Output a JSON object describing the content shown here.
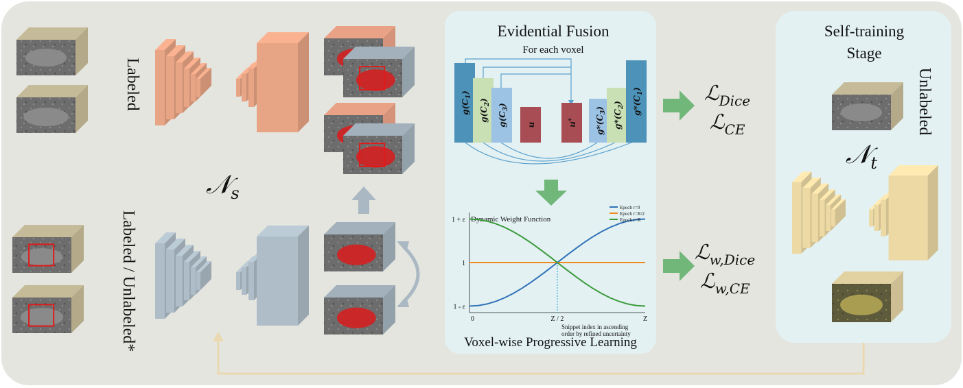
{
  "left": {
    "labeled": "Labeled",
    "labeled_unlabeled": "Labeled / Unlabeled*",
    "student_net": "𝒩",
    "student_sub": "s"
  },
  "fusion": {
    "title": "Evidential Fusion",
    "subtitle": "For each voxel",
    "blocks": [
      {
        "label": "g(C",
        "sub": "1",
        "tail": ")",
        "color": "#4d92b8"
      },
      {
        "label": "g(C",
        "sub": "2",
        "tail": ")",
        "color": "#c9e0b4"
      },
      {
        "label": "g(C",
        "sub": "3",
        "tail": ")",
        "color": "#9cc3e4"
      },
      {
        "label": "u",
        "sub": "",
        "tail": "",
        "color": "#a84d54"
      },
      {
        "label": "u",
        "sub": "*",
        "tail": "",
        "color": "#a84d54"
      },
      {
        "label": "g*(C",
        "sub": "3",
        "tail": ")",
        "color": "#9cc3e4"
      },
      {
        "label": "g*(C",
        "sub": "2",
        "tail": ")",
        "color": "#c9e0b4"
      },
      {
        "label": "g*(C",
        "sub": "1",
        "tail": ")",
        "color": "#4d92b8"
      }
    ],
    "bottom_title": "Voxel-wise Progressive Learning"
  },
  "losses": {
    "top": [
      {
        "main": "ℒ",
        "sub": "Dice"
      },
      {
        "main": "ℒ",
        "sub": "CE"
      }
    ],
    "bottom": [
      {
        "main": "ℒ",
        "sub": "w,Dice"
      },
      {
        "main": "ℒ",
        "sub": "w,CE"
      }
    ]
  },
  "right": {
    "title_line1": "Self-training",
    "title_line2": "Stage",
    "unlabeled": "Unlabeled",
    "teacher_net": "𝒩",
    "teacher_sub": "t"
  },
  "chart_data": {
    "type": "line",
    "title": "Dynamic Weight Function",
    "xlabel": "Snippet index in ascending order by refined uncertainty",
    "xlabel_lines": [
      "Snippet index in ascending",
      "order by refined uncertainty"
    ],
    "ylabel": "",
    "xticks": [
      "0",
      "Z / 2",
      "Z"
    ],
    "yticks": [
      "1 + ε",
      "1",
      "1 - ε"
    ],
    "xlim": [
      0,
      1
    ],
    "ylim": [
      -1.15,
      1.15
    ],
    "x": [
      0,
      0.05,
      0.1,
      0.15,
      0.2,
      0.25,
      0.3,
      0.35,
      0.4,
      0.45,
      0.5,
      0.55,
      0.6,
      0.65,
      0.7,
      0.75,
      0.8,
      0.85,
      0.9,
      0.95,
      1
    ],
    "series": [
      {
        "name": "Epoch r=0",
        "color": "#2f72b8",
        "values": [
          -1,
          -0.988,
          -0.951,
          -0.891,
          -0.809,
          -0.707,
          -0.588,
          -0.454,
          -0.309,
          -0.156,
          0,
          0.156,
          0.309,
          0.454,
          0.588,
          0.707,
          0.809,
          0.891,
          0.951,
          0.988,
          1
        ]
      },
      {
        "name": "Epoch r=R/2",
        "color": "#f08a1c",
        "values": [
          0,
          0,
          0,
          0,
          0,
          0,
          0,
          0,
          0,
          0,
          0,
          0,
          0,
          0,
          0,
          0,
          0,
          0,
          0,
          0,
          0
        ]
      },
      {
        "name": "Epoch r=R",
        "color": "#3a9a3a",
        "values": [
          1,
          0.988,
          0.951,
          0.891,
          0.809,
          0.707,
          0.588,
          0.454,
          0.309,
          0.156,
          0,
          -0.156,
          -0.309,
          -0.454,
          -0.588,
          -0.707,
          -0.809,
          -0.891,
          -0.951,
          -0.988,
          -1
        ]
      }
    ],
    "legend": "top-right",
    "grid": false
  },
  "colors": {
    "background_panel": "#e5e5e0",
    "fusion_panel": "#e3f1f3",
    "student_top": "#e8a585",
    "student_bottom": "#aebdc7",
    "teacher": "#ecd9a4",
    "green_arrow": "#72b77a",
    "loop_line": "#e9d8b0"
  }
}
